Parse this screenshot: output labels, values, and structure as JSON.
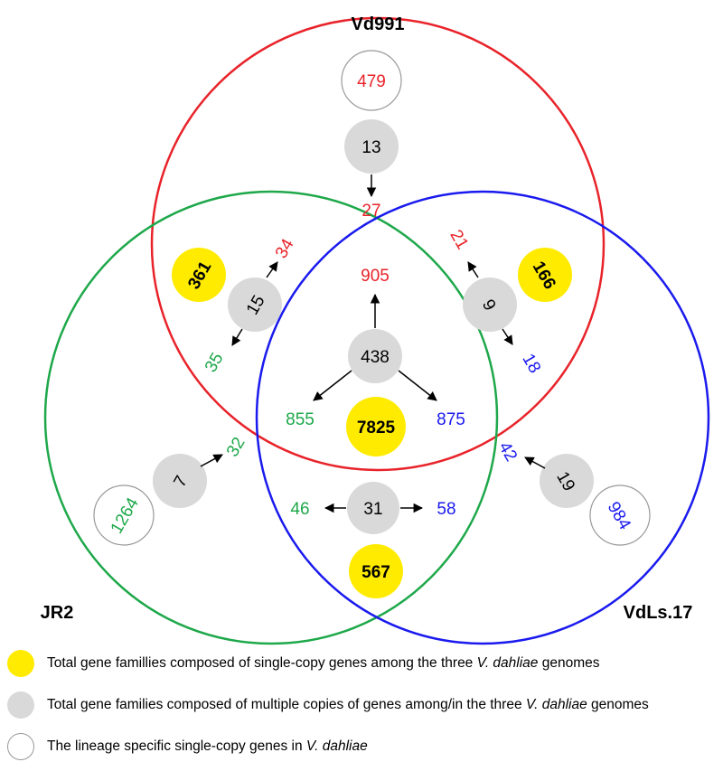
{
  "colors": {
    "vd991": "#e8232a",
    "jr2": "#1ea84a",
    "vdls17": "#1a1aee",
    "single_copy": "#ffeb00",
    "multi_copy": "#d9d9d9",
    "lineage": "#ffffff"
  },
  "sets": {
    "vd991": "Vd991",
    "jr2": "JR2",
    "vdls17": "VdLs.17"
  },
  "regions": {
    "vd991_only": {
      "lineage_specific": "479",
      "multi_copy": "13",
      "multi_copy_target": "27"
    },
    "jr2_only": {
      "lineage_specific": "1264",
      "multi_copy": "7",
      "multi_copy_target": "32"
    },
    "vdls17_only": {
      "lineage_specific": "984",
      "multi_copy": "19",
      "multi_copy_target": "42"
    },
    "vd991_jr2": {
      "single_copy": "361",
      "multi_copy": "15",
      "to_vd991": "34",
      "to_jr2": "35"
    },
    "vd991_vdls17": {
      "single_copy": "166",
      "multi_copy": "9",
      "to_vd991": "21",
      "to_vdls17": "18"
    },
    "jr2_vdls17": {
      "single_copy": "567",
      "multi_copy": "31",
      "to_jr2": "46",
      "to_vdls17": "58"
    },
    "all_three": {
      "single_copy": "7825",
      "multi_copy": "438",
      "to_vd991": "905",
      "to_jr2": "855",
      "to_vdls17": "875"
    }
  },
  "legend": [
    {
      "text_before": "Total gene famillies composed of single-copy genes among the three ",
      "species": "V. dahliae",
      "text_after": " genomes"
    },
    {
      "text_before": "Total gene families composed of multiple copies of genes among/in the three ",
      "species": "V. dahliae",
      "text_after": " genomes"
    },
    {
      "text_before": "The lineage specific single-copy genes in ",
      "species": "V. dahliae",
      "text_after": ""
    }
  ]
}
